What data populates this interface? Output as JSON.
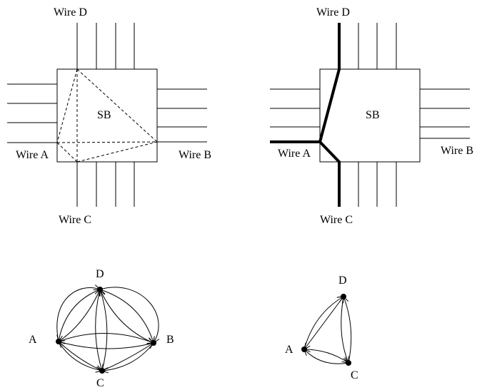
{
  "top_left": {
    "switch_block_label": "SB",
    "wire_a_label": "Wire A",
    "wire_b_label": "Wire B",
    "wire_c_label": "Wire C",
    "wire_d_label": "Wire D"
  },
  "top_right": {
    "switch_block_label": "SB",
    "wire_a_label": "Wire A",
    "wire_b_label": "Wire B",
    "wire_c_label": "Wire C",
    "wire_d_label": "Wire D"
  },
  "bottom_left": {
    "node_a": "A",
    "node_b": "B",
    "node_c": "C",
    "node_d": "D"
  },
  "bottom_right": {
    "node_a": "A",
    "node_c": "C",
    "node_d": "D"
  },
  "colors": {
    "ink": "#000000",
    "background": "#ffffff"
  }
}
